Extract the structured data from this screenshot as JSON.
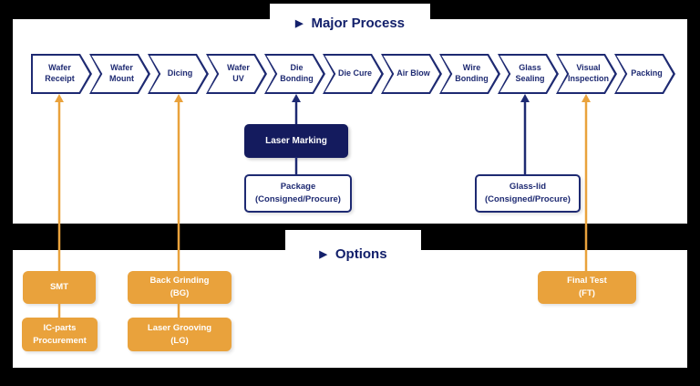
{
  "palette": {
    "background": "#000000",
    "panel": "#ffffff",
    "navy": "#1e2a72",
    "navy_dark": "#141b5e",
    "title_navy": "#13206b",
    "orange": "#e9a23c"
  },
  "major_process": {
    "play_icon": "▶",
    "title": "Major Process",
    "steps": [
      {
        "label": "Wafer\nReceipt"
      },
      {
        "label": "Wafer\nMount"
      },
      {
        "label": "Dicing"
      },
      {
        "label": "Wafer\nUV"
      },
      {
        "label": "Die\nBonding"
      },
      {
        "label": "Die Cure"
      },
      {
        "label": "Air Blow"
      },
      {
        "label": "Wire\nBonding"
      },
      {
        "label": "Glass\nSealing"
      },
      {
        "label": "Visual\nInspection"
      },
      {
        "label": "Packing"
      }
    ],
    "laser_marking": {
      "label": "Laser Marking",
      "target_step": "Die Bonding"
    },
    "package": {
      "label": "Package\n(Consigned/Procure)",
      "connects_to": "Laser Marking"
    },
    "glass_lid": {
      "label": "Glass-lid\n(Consigned/Procure)",
      "target_step": "Glass Sealing"
    }
  },
  "options": {
    "play_icon": "▶",
    "title": "Options",
    "groups": [
      {
        "target_step": "Wafer Receipt",
        "boxes": [
          {
            "label": "SMT"
          },
          {
            "label": "IC-parts\nProcurement"
          }
        ]
      },
      {
        "target_step": "Dicing",
        "boxes": [
          {
            "label": "Back Grinding\n(BG)"
          },
          {
            "label": "Laser Grooving\n(LG)"
          }
        ]
      },
      {
        "target_step": "Visual Inspection",
        "boxes": [
          {
            "label": "Final Test\n(FT)"
          }
        ]
      }
    ]
  }
}
